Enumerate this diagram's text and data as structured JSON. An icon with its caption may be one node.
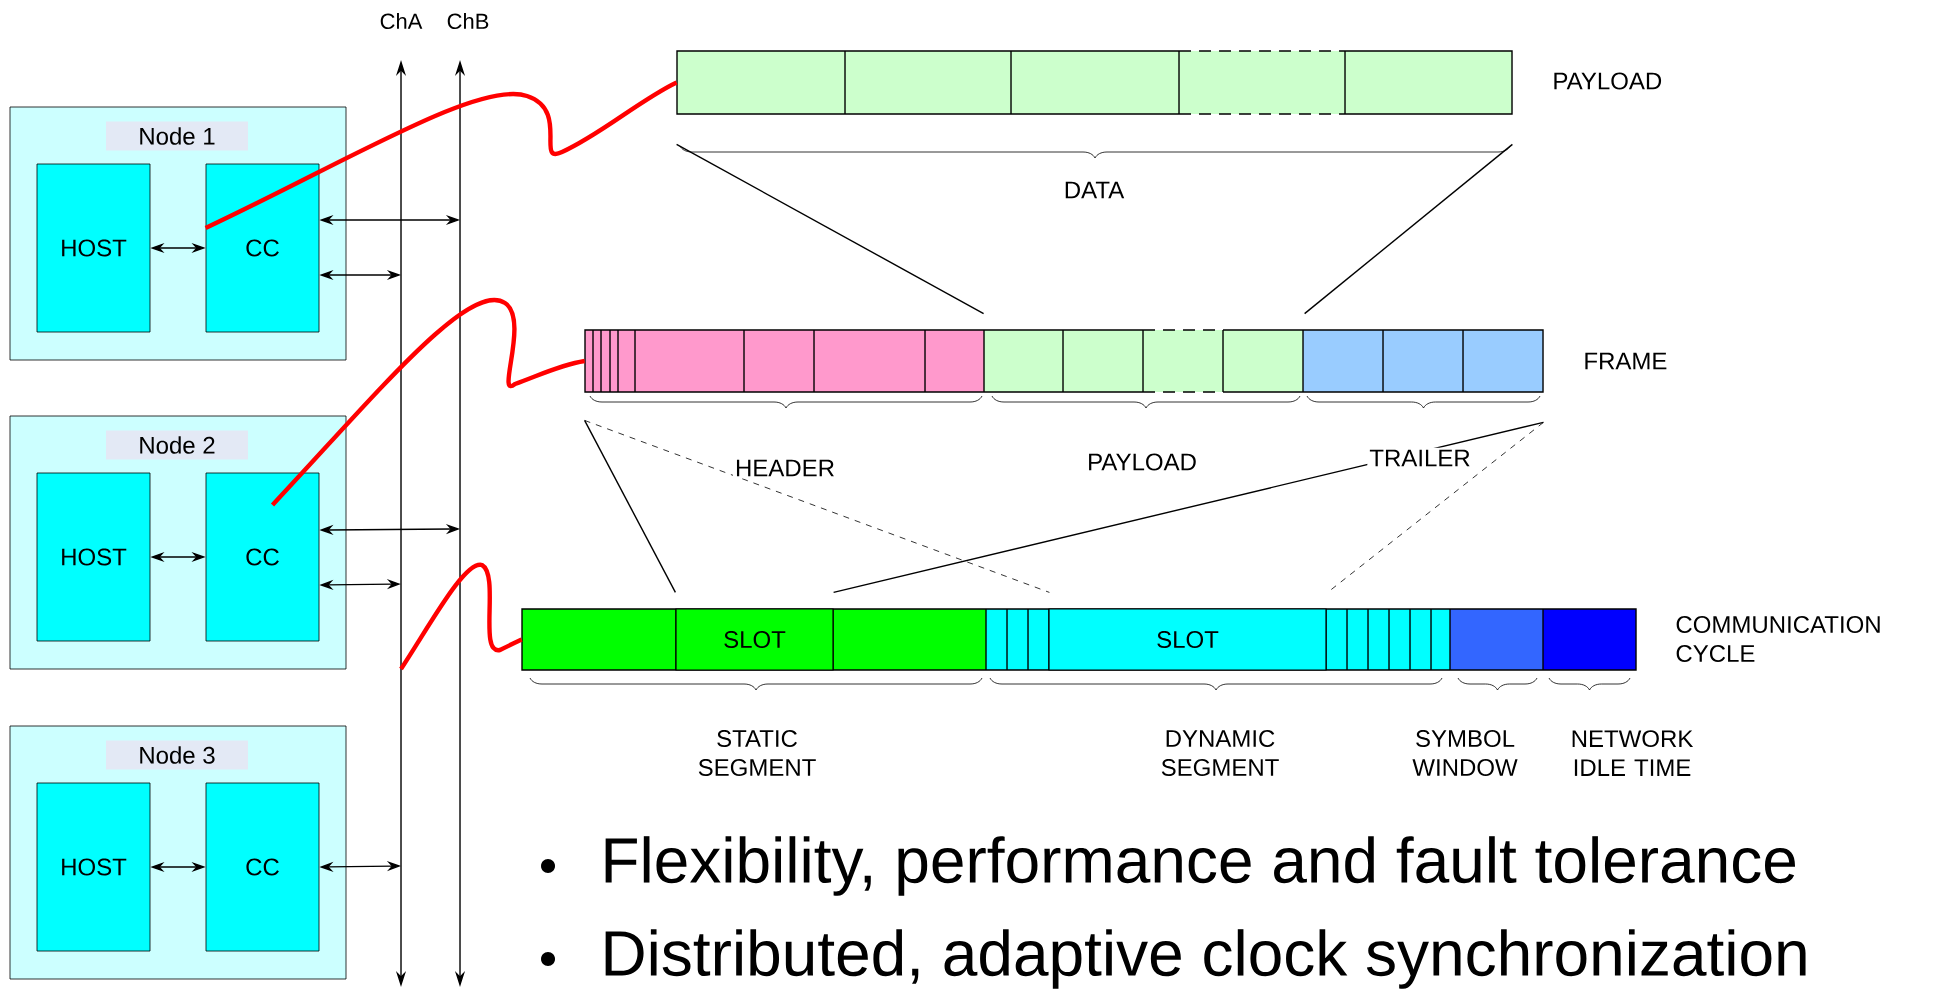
{
  "diagram": {
    "nodes": [
      {
        "text": [
          "Node 1"
        ]
      },
      {
        "text": [
          "HOST"
        ],
        "in": 0
      },
      {
        "text": [
          "CC"
        ],
        "in": 0
      },
      {
        "text": [
          "Node 2"
        ]
      },
      {
        "text": [
          "HOST"
        ],
        "in": 3
      },
      {
        "text": [
          "CC"
        ],
        "in": 3
      },
      {
        "text": [
          "Node 3"
        ]
      },
      {
        "text": [
          "HOST"
        ],
        "in": 6
      },
      {
        "text": [
          "CC"
        ],
        "in": 6
      },
      {
        "text": [],
        "shape": "bar",
        "beside": [
          "PAYLOAD"
        ]
      },
      {
        "text": [],
        "shape": "bar",
        "beside": [
          "FRAME"
        ]
      },
      {
        "text": [],
        "shape": "bar",
        "beside": [
          "COMMUNICATION CYCLE"
        ]
      },
      {
        "text": [
          "SLOT"
        ],
        "in": 11
      },
      {
        "text": [
          "SLOT"
        ],
        "in": 11
      }
    ],
    "edges": [
      {
        "from": 1,
        "to": 2,
        "arrow": "both"
      },
      {
        "from": 2,
        "to": null,
        "arrow": "both"
      },
      {
        "from": 2,
        "to": null,
        "arrow": "both"
      },
      {
        "from": 4,
        "to": 5,
        "arrow": "both"
      },
      {
        "from": 5,
        "to": null,
        "arrow": "both"
      },
      {
        "from": 5,
        "to": null,
        "arrow": "both"
      },
      {
        "from": 7,
        "to": 8,
        "arrow": "both"
      },
      {
        "from": 8,
        "to": null,
        "arrow": "both"
      },
      {
        "from": 2,
        "to": 9,
        "arrow": "none",
        "style": "thick",
        "color": "#ff0000"
      },
      {
        "from": 5,
        "to": 10,
        "arrow": "none",
        "style": "thick",
        "color": "#ff0000"
      },
      {
        "from": null,
        "to": 11,
        "arrow": "none",
        "style": "thick",
        "color": "#ff0000"
      },
      {
        "from": 9,
        "to": 10,
        "arrow": "none"
      },
      {
        "from": 9,
        "to": 10,
        "arrow": "none"
      },
      {
        "from": 10,
        "to": 12,
        "arrow": "none"
      },
      {
        "from": 10,
        "to": 12,
        "arrow": "none"
      },
      {
        "from": 10,
        "to": 13,
        "arrow": "none",
        "style": "dashed"
      },
      {
        "from": 10,
        "to": 13,
        "arrow": "none",
        "style": "dashed"
      }
    ],
    "labels": [
      "ChA",
      "ChB",
      "DATA",
      "HEADER",
      "PAYLOAD",
      "TRAILER",
      "STATIC SEGMENT",
      "DYNAMIC SEGMENT",
      "SYMBOL WINDOW",
      "NETWORK IDLE TIME",
      "Flexibility, performance and fault tolerance",
      "Distributed, adaptive clock synchronization"
    ]
  }
}
